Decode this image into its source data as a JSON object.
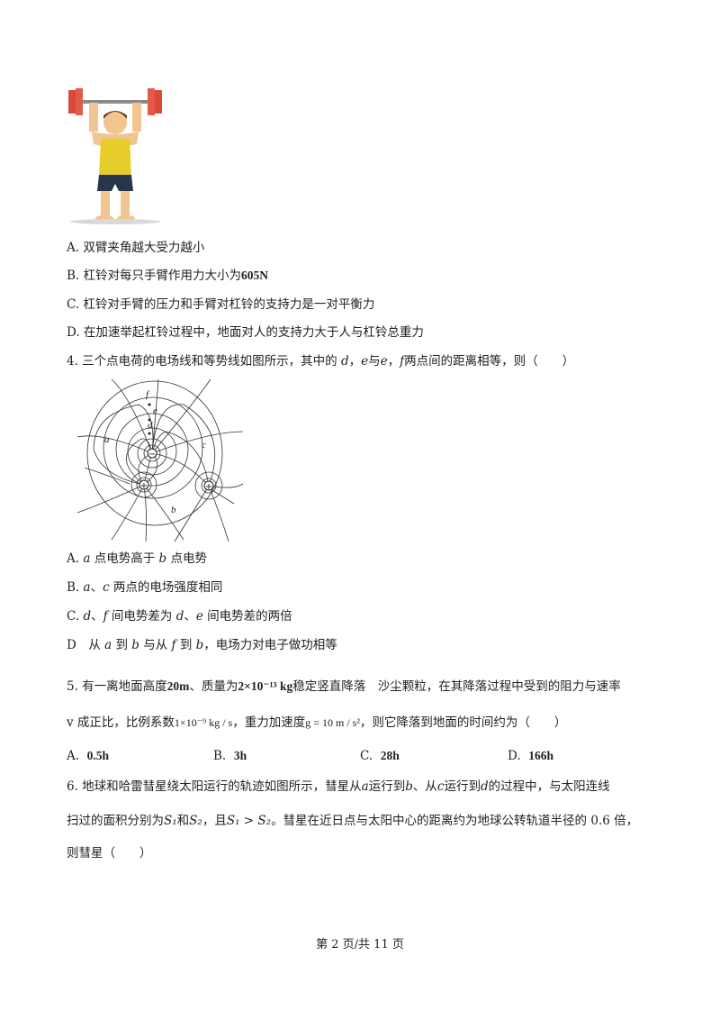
{
  "q3_options": {
    "A": "A. 双臂夹角越大受力越小",
    "B_prefix": "B. 杠铃对每只手臂作用力大小为",
    "B_value": "605N",
    "C": "C. 杠铃对手臂的压力和手臂对杠铃的支持力是一对平衡力",
    "D": "D. 在加速举起杠铃过程中，地面对人的支持力大于人与杠铃总重力"
  },
  "q4": {
    "stem_prefix": "4. 三个点电荷的电场线和等势线如图所示，其中的",
    "d1": "d",
    "comma": "，",
    "e1": "e",
    "with": "与",
    "e2": "e",
    "comma2": "，",
    "f1": "f",
    "stem_suffix": "两点间的距离相等，则（　　）",
    "figure_labels": {
      "f": "f",
      "e": "e",
      "d": "d",
      "a": "a",
      "c": "c",
      "b": "b",
      "neg": "−",
      "pos": "+"
    },
    "options": {
      "A_pre": "A. ",
      "A_a": "a",
      "A_mid": " 点电势高于 ",
      "A_b": "b",
      "A_post": " 点电势",
      "B_pre": "B. ",
      "B_a": "a",
      "B_mid": "、",
      "B_c": "c",
      "B_post": " 两点的电场强度相同",
      "C_pre": "C. ",
      "C_d": "d",
      "C_m1": "、",
      "C_f": "f",
      "C_m2": " 间电势差为 ",
      "C_d2": "d",
      "C_m3": "、",
      "C_e": "e",
      "C_post": " 间电势差的两倍",
      "D_pre": "D　从 ",
      "D_a": "a",
      "D_m1": " 到 ",
      "D_b": "b",
      "D_m2": " 与从 ",
      "D_f": "f",
      "D_m3": " 到 ",
      "D_b2": "b",
      "D_post": "，电场力对电子做功相等"
    }
  },
  "q5": {
    "l1_a": "5. 有一离地面高度",
    "l1_h": "20m",
    "l1_b": "、质量为",
    "l1_m": "2×10⁻¹³ kg",
    "l1_c": "稳定竖直降落　沙尘颗粒，在其降落过程中受到的阻力与速率",
    "l2_a": "v 成正比，比例系数",
    "l2_k": "1×10⁻⁹ kg / s",
    "l2_b": "，重力加速度",
    "l2_g": "g = 10 m / s²",
    "l2_c": "，则它降落到地面的时间约为（　　）",
    "opts": [
      {
        "label": "A.",
        "value": "0.5h"
      },
      {
        "label": "B.",
        "value": "3h"
      },
      {
        "label": "C.",
        "value": "28h"
      },
      {
        "label": "D.",
        "value": "166h"
      }
    ]
  },
  "q6": {
    "l1_a": "6. 地球和哈雷彗星绕太阳运行的轨迹如图所示，彗星从",
    "a": "a",
    "l1_b": "运行到",
    "b": "b",
    "l1_c": "、从",
    "c": "c",
    "l1_d": "运行到",
    "d": "d",
    "l1_e": "的过程中，与太阳连线",
    "l2_a": "扫过的面积分别为",
    "s1": "S₁",
    "and": "和",
    "s2": "S₂",
    "l2_b": "，且",
    "ineq": "S₁ > S₂",
    "l2_c": "。彗星在近日点与太阳中心的距离约为地球公转轨道半径的 0.6 倍，",
    "l3": "则彗星（　　）"
  },
  "footer": "第 2 页/共 11 页"
}
